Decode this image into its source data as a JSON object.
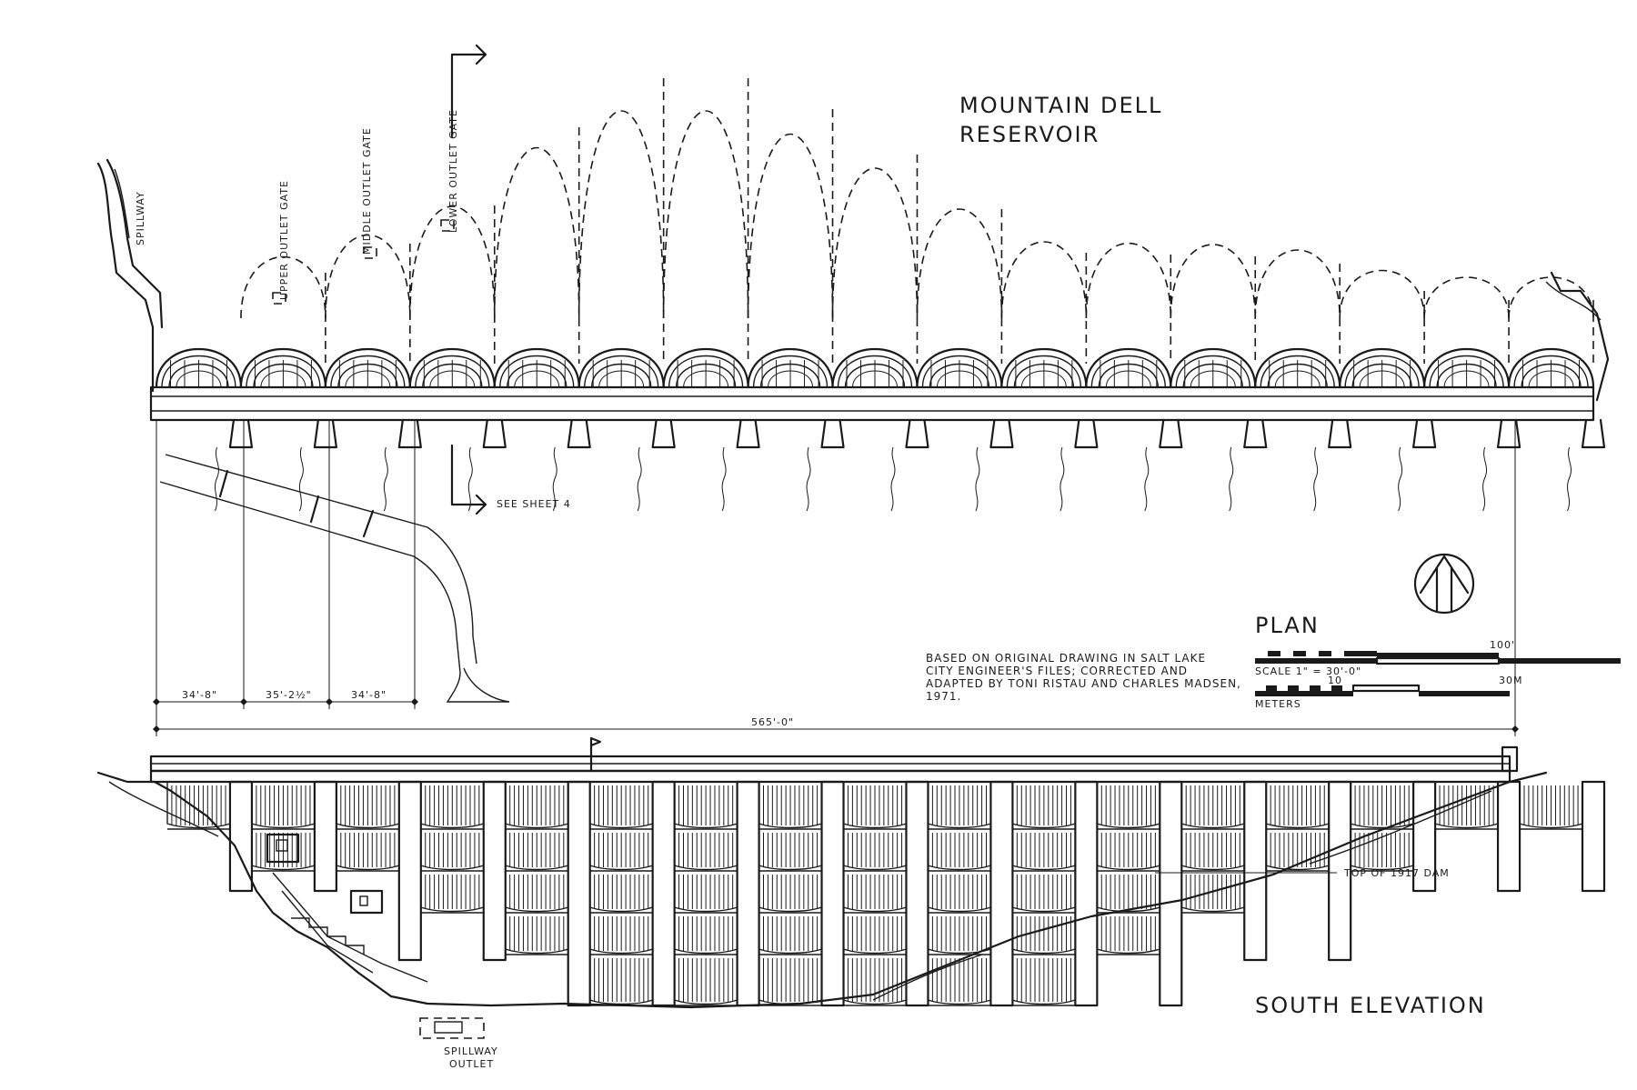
{
  "title": {
    "line1": "MOUNTAIN DELL",
    "line2": "RESERVOIR"
  },
  "plan": {
    "label": "PLAN",
    "spillway": "SPILLWAY",
    "upper_gate": "UPPER OUTLET GATE",
    "middle_gate": "MIDDLE OUTLET GATE",
    "lower_gate": "LOWER OUTLET GATE",
    "see_sheet": "SEE SHEET 4",
    "dims": [
      "34'-8\"",
      "35'-2½\"",
      "34'-8\""
    ],
    "overall_dim": "565'-0\""
  },
  "scale": {
    "feet_end": "100'",
    "feet_label": "SCALE  1\" = 30'-0\"",
    "meters_mid": "10",
    "meters_end": "30M",
    "meters_label": "METERS"
  },
  "credit": [
    "BASED ON ORIGINAL DRAWING IN SALT LAKE",
    "CITY ENGINEER'S FILES; CORRECTED AND",
    "ADAPTED  BY  TONI RISTAU AND CHARLES MADSEN,",
    "1971."
  ],
  "elevation": {
    "label": "SOUTH ELEVATION",
    "top_of_dam": "TOP OF 1917 DAM",
    "spillway_outlet_1": "SPILLWAY",
    "spillway_outlet_2": "OUTLET"
  }
}
